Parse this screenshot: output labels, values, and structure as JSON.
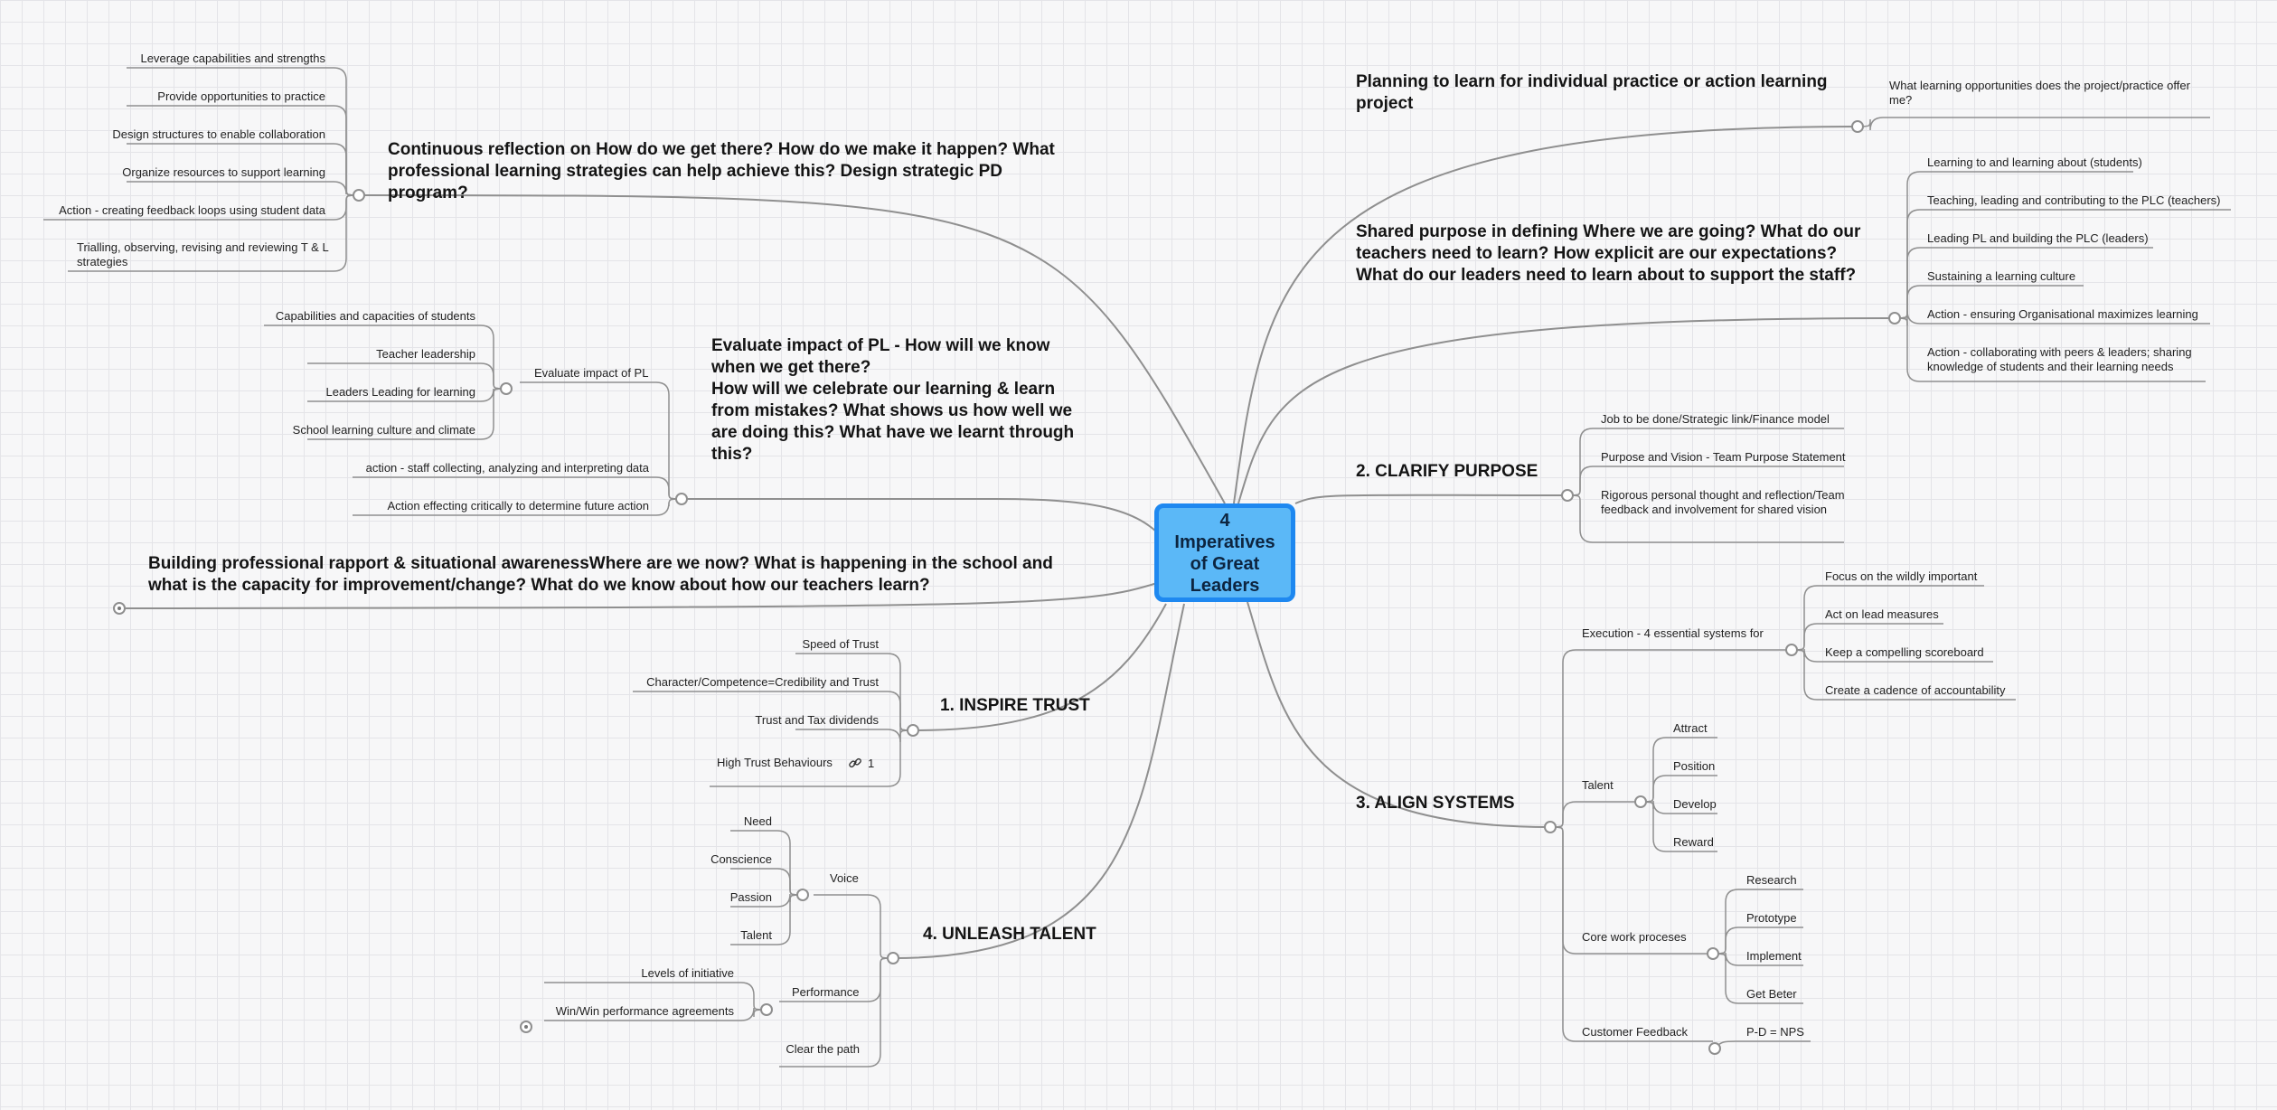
{
  "root": {
    "title": "4 Imperatives of Great Leaders"
  },
  "left": {
    "continuous": {
      "title": "Continuous reflection on How do we get there? How do we make it happen? What professional learning strategies can help achieve this?  Design strategic  PD program?",
      "items": [
        "Leverage capabilities and strengths",
        "Provide opportunities to practice",
        "Design structures to enable collaboration",
        "Organize resources to support learning",
        "Action - creating feedback loops using student data",
        "Trialling, observing, revising and reviewing T & L strategies"
      ]
    },
    "evaluate": {
      "title": "Evaluate impact of PL - How will we know when we get there?\nHow will we celebrate our learning & learn from mistakes?  What shows us how well we are doing this?  What have we learnt through this?",
      "sub": "Evaluate impact of PL",
      "sub_items": [
        "Capabilities and capacities of students",
        "Teacher leadership",
        "Leaders Leading for learning",
        "School learning culture and climate"
      ],
      "items": [
        "action - staff collecting, analyzing and interpreting data",
        "Action effecting critically to determine future action"
      ]
    },
    "building": {
      "title": "Building professional rapport & situational awarenessWhere are we now? What is happening in the school and what is the capacity for improvement/change? What do we know about how our teachers learn?"
    },
    "trust": {
      "title": "1.  INSPIRE TRUST",
      "items": [
        "Speed of Trust",
        "Character/Competence=Credibility and Trust",
        "Trust and Tax dividends",
        "High Trust Behaviours"
      ],
      "link_count": "1"
    },
    "talent": {
      "title": "4. UNLEASH TALENT",
      "voice": "Voice",
      "voice_items": [
        "Need",
        "Conscience",
        "Passion",
        "Talent"
      ],
      "performance": "Performance",
      "performance_items": [
        "Levels of initiative",
        "Win/Win performance agreements"
      ],
      "clear": "Clear the path"
    }
  },
  "right": {
    "planning": {
      "title": "Planning to learn for individual practice or action learning project",
      "items": [
        "What learning opportunities does the project/practice offer me?"
      ]
    },
    "shared": {
      "title": "Shared purpose in defining Where we are going?  What do our teachers need to learn?  How explicit are our expectations?  What do our leaders need to learn about to support the staff?",
      "items": [
        "Learning to and learning about (students)",
        "Teaching, leading and contributing to the PLC (teachers)",
        "Leading PL and building the PLC (leaders)",
        "Sustaining a learning culture",
        "Action - ensuring Organisational maximizes learning",
        "Action - collaborating with peers & leaders; sharing knowledge of students and their learning needs"
      ]
    },
    "clarify": {
      "title": "2. CLARIFY PURPOSE",
      "items": [
        "Job to be done/Strategic link/Finance model",
        "Purpose and Vision - Team Purpose Statement",
        "Rigorous personal thought and reflection/Team feedback and involvement for shared vision"
      ]
    },
    "align": {
      "title": "3.  ALIGN SYSTEMS",
      "execution": "Execution - 4 essential systems for",
      "execution_items": [
        "Focus on the wildly important",
        "Act on lead measures",
        "Keep a compelling scoreboard",
        "Create a cadence of accountability"
      ],
      "talent": "Talent",
      "talent_items": [
        "Attract",
        "Position",
        "Develop",
        "Reward"
      ],
      "core": "Core work proceses",
      "core_items": [
        "Research",
        "Prototype",
        "Implement",
        "Get Beter"
      ],
      "feedback": "Customer Feedback",
      "feedback_items": [
        "P-D = NPS"
      ]
    }
  },
  "colors": {
    "line": "#8f8f8f",
    "root_fill": "#5bb8f7",
    "root_border": "#1e88f0",
    "background": "#f7f7f8",
    "grid": "#e4e4e8"
  }
}
